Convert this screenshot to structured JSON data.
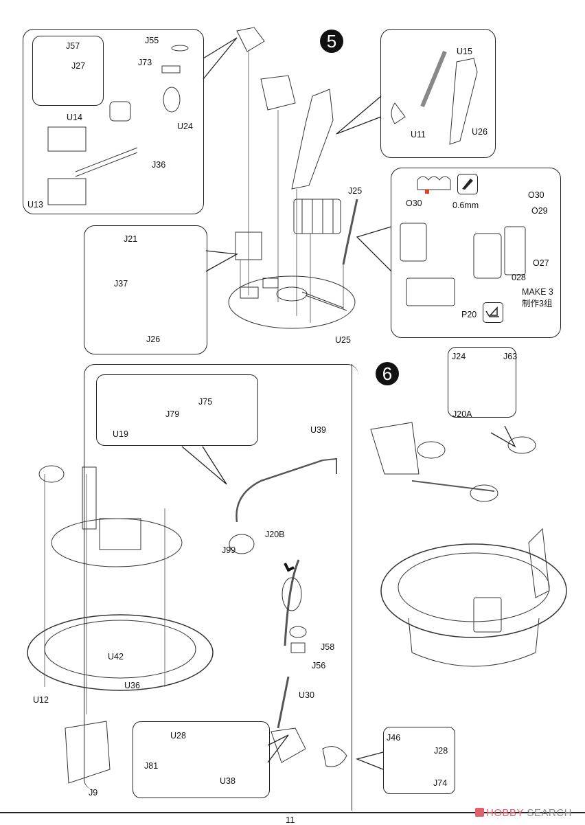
{
  "page": {
    "number": "11",
    "watermark": {
      "brand_a": "HOBBY",
      "brand_b": " SEARCH"
    }
  },
  "steps": [
    {
      "number": "5"
    },
    {
      "number": "6"
    }
  ],
  "step5": {
    "top_left_callout": {
      "inner_detail": {
        "labels": [
          "J57",
          "J27"
        ]
      },
      "labels": [
        "J55",
        "J73",
        "U24",
        "U14",
        "J36",
        "U13"
      ]
    },
    "top_right_callout": {
      "labels": [
        "U15",
        "U11",
        "U26"
      ]
    },
    "jerrycan_callout": {
      "labels": [
        "O30",
        "0.6mm",
        "O30",
        "O29",
        "O27",
        "028",
        "P20"
      ],
      "note_en": "MAKE 3",
      "note_zh": "制作3组",
      "cut_color": "#e8402a",
      "icons": [
        "knife-icon",
        "sanding-icon"
      ]
    },
    "left_callout": {
      "labels": [
        "J21",
        "J37",
        "J26"
      ]
    },
    "main_labels": [
      "J25",
      "U25"
    ]
  },
  "step6": {
    "pipe_callout": {
      "labels": [
        "J75",
        "J79",
        "U19"
      ]
    },
    "seat_callout": {
      "labels": [
        "J24",
        "J63",
        "J20A"
      ]
    },
    "main_labels": [
      "U39",
      "J20B",
      "J99",
      "J58",
      "J56",
      "U30",
      "U42",
      "U36",
      "U12",
      "J9"
    ],
    "bottom_left_callout": {
      "labels": [
        "U28",
        "J81",
        "U38"
      ]
    },
    "bottom_right_callout": {
      "labels": [
        "J46",
        "J28",
        "J74"
      ]
    }
  }
}
